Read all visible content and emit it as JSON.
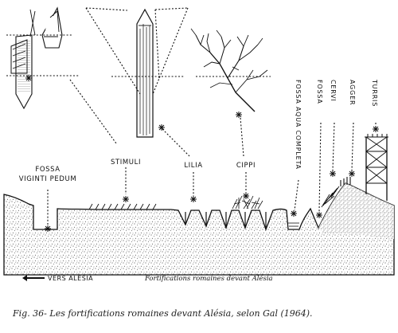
{
  "labels": {
    "fossa_line1": "FOSSA",
    "fossa_line2": "VIGINTI PEDUM",
    "stimuli": "STIMULI",
    "lilia": "LILIA",
    "cippi": "CIPPI",
    "fossa_aqua": "FOSSA AQUA COMPLETA",
    "fossa": "FOSSA",
    "cervi": "CERVI",
    "agger": "AGGER",
    "turris": "TURRIS"
  },
  "direction": {
    "text": "VERS ALÉSIA",
    "arrow_icon": "left-arrow-icon"
  },
  "inner_caption": "Fortifications romaines devant Alésia",
  "figure_caption": "Fig. 36- Les fortifications romaines devant Alésia, selon Gal (1964).",
  "colors": {
    "ink": "#111111",
    "background": "#ffffff",
    "caption": "#222222"
  }
}
